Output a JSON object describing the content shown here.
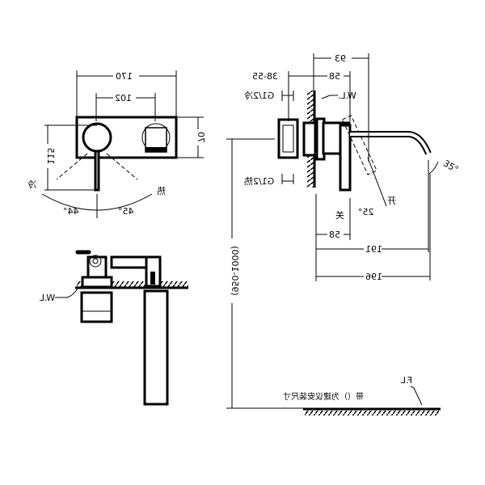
{
  "front_view": {
    "dim_width": "170",
    "dim_centers": "102",
    "dim_height": "70",
    "dim_lever": "115",
    "label_cold": "冷",
    "label_hot": "热",
    "angle_cold": "44°",
    "angle_hot": "45°"
  },
  "top_view": {
    "wall_label": "W.L"
  },
  "side_view": {
    "dim_93": "93",
    "dim_range": "38-55",
    "dim_58_top": "58",
    "label_cold_inlet": "G1/2冷",
    "label_hot_inlet": "G1/2热",
    "wall_label": "W.L.",
    "label_open": "开",
    "label_close": "关",
    "angle_lever": "25°",
    "angle_spout": "35°",
    "dim_58_bottom": "58",
    "dim_191": "191",
    "dim_196": "196",
    "dim_install_height": "(950-1000)",
    "floor_label": "F.L",
    "note": "带（）为建议安装尺寸"
  }
}
